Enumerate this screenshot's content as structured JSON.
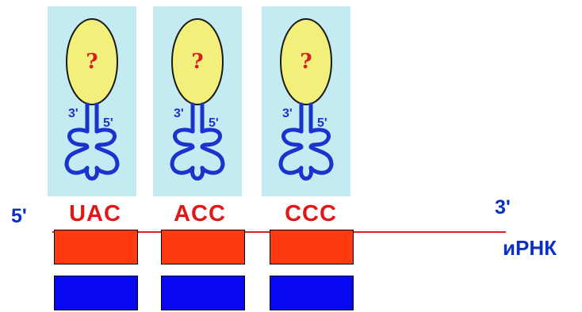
{
  "colors": {
    "card_bg": "#c4eaf2",
    "amino_fill": "#f2f07a",
    "amino_stroke": "#1a1a1a",
    "question": "#d42020",
    "trna_blue": "#1a33cc",
    "codon_red": "#ff3a10",
    "codon_blue": "#0808f0",
    "mrna_line": "#e02020",
    "label_blue": "#0a2fc4",
    "anticodon_red": "#e01818"
  },
  "trnas": [
    {
      "amino_acid": "?",
      "end_left": "3'",
      "end_right": "5'",
      "anticodon": "UAC"
    },
    {
      "amino_acid": "?",
      "end_left": "3'",
      "end_right": "5'",
      "anticodon": "ACC"
    },
    {
      "amino_acid": "?",
      "end_left": "3'",
      "end_right": "5'",
      "anticodon": "CCC"
    }
  ],
  "mrna": {
    "left_end": "5'",
    "right_end": "3'",
    "label": "иРНК"
  }
}
